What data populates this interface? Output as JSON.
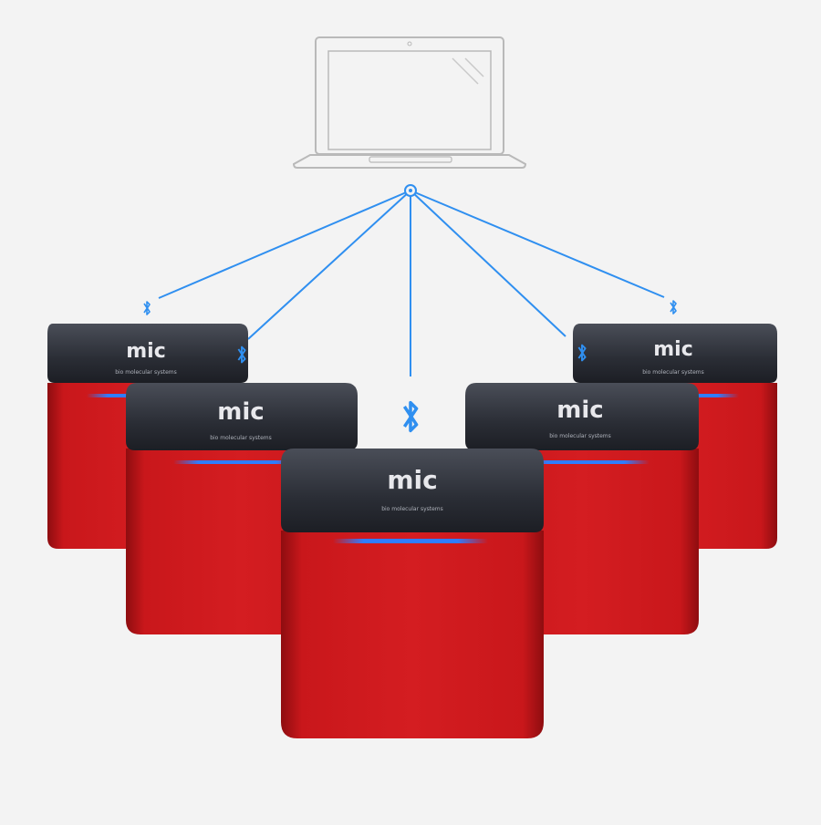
{
  "colors": {
    "background": "#f3f3f3",
    "laptop_outline": "#b9b9b9",
    "connection_line": "#2f8ff0",
    "bluetooth": "#2f8ff0",
    "device_body": "#c9171b",
    "device_body_dark": "#8e0d10",
    "device_top": "#2a2d35",
    "device_top_light": "#4a4e58",
    "led": "#2f7dff"
  },
  "hub": {
    "icon": "laptop-icon"
  },
  "connection": {
    "icon": "bluetooth-icon"
  },
  "devices": [
    {
      "id": "back-left",
      "brand": "mic",
      "tag": "bio molecular systems"
    },
    {
      "id": "back-right",
      "brand": "mic",
      "tag": "bio molecular systems"
    },
    {
      "id": "middle-left",
      "brand": "mic",
      "tag": "bio molecular systems"
    },
    {
      "id": "middle-right",
      "brand": "mic",
      "tag": "bio molecular systems"
    },
    {
      "id": "front-center",
      "brand": "mic",
      "tag": "bio molecular systems"
    }
  ]
}
